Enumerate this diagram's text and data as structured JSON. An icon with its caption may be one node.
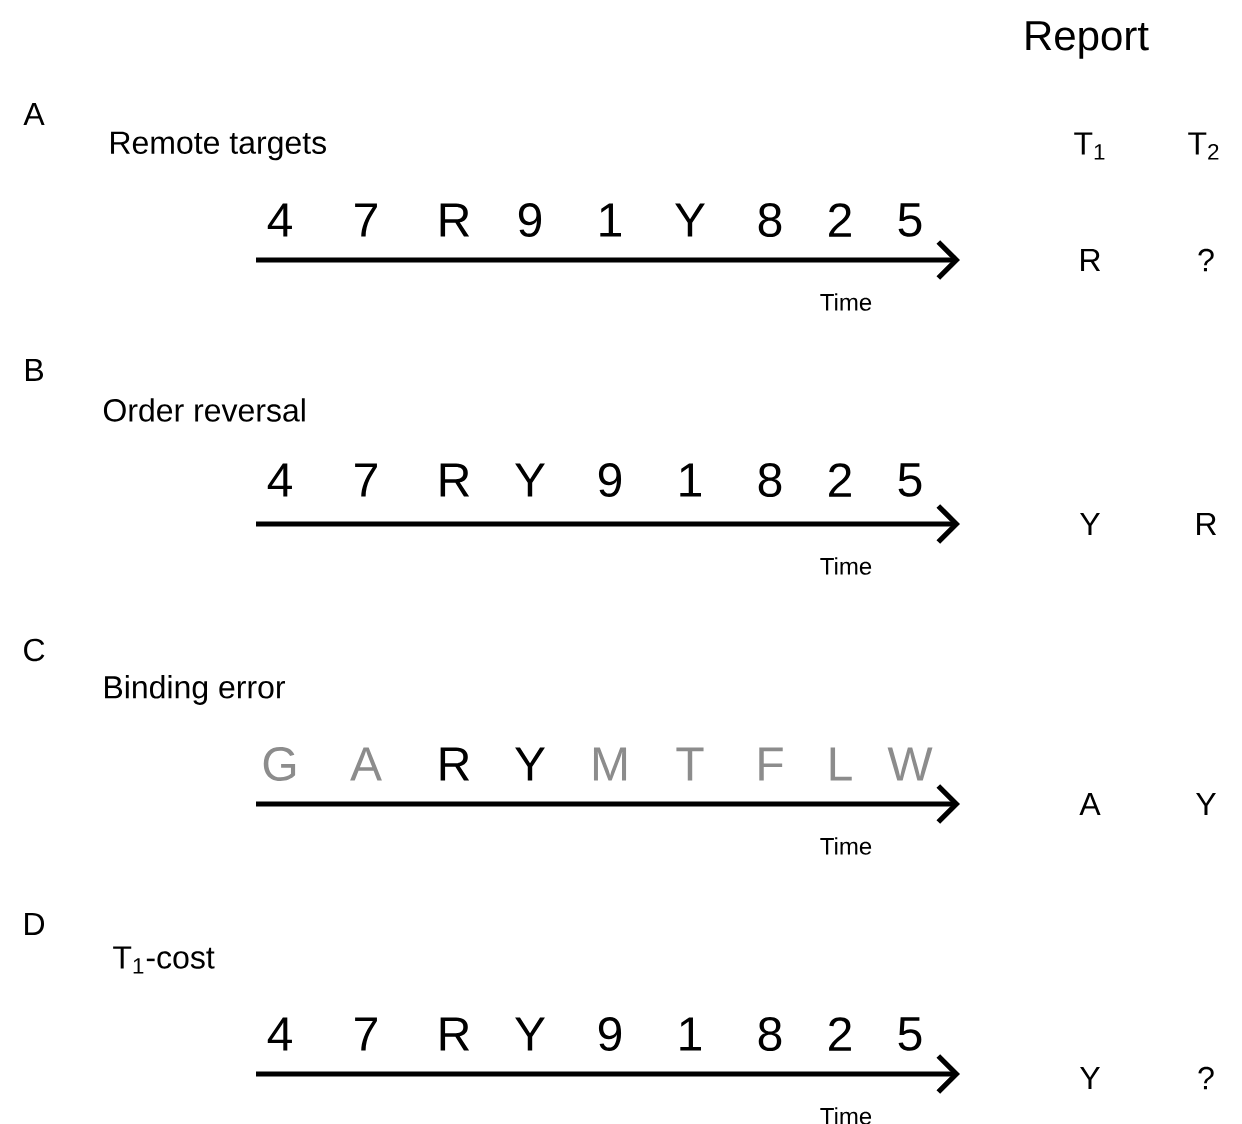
{
  "diagram": {
    "labels": [
      "Report",
      "A",
      "Remote targets",
      "T$_{1}$",
      "T$_{2}$",
      "4",
      "7",
      "R",
      "9",
      "1",
      "Y",
      "8",
      "2",
      "5",
      "Time",
      "R",
      "?",
      "B",
      "Order reversal",
      "4",
      "7",
      "R",
      "Y",
      "9",
      "1",
      "8",
      "2",
      "5",
      "Time",
      "Y",
      "R",
      "C",
      "Binding error",
      "G",
      "A",
      "R",
      "Y",
      "M",
      "T",
      "F",
      "L",
      "W",
      "Time",
      "A",
      "Y",
      "D",
      "T$_{1}$-cost",
      "4",
      "7",
      "R",
      "Y",
      "9",
      "1",
      "8",
      "2",
      "5",
      "Time",
      "Y",
      "?"
    ]
  }
}
